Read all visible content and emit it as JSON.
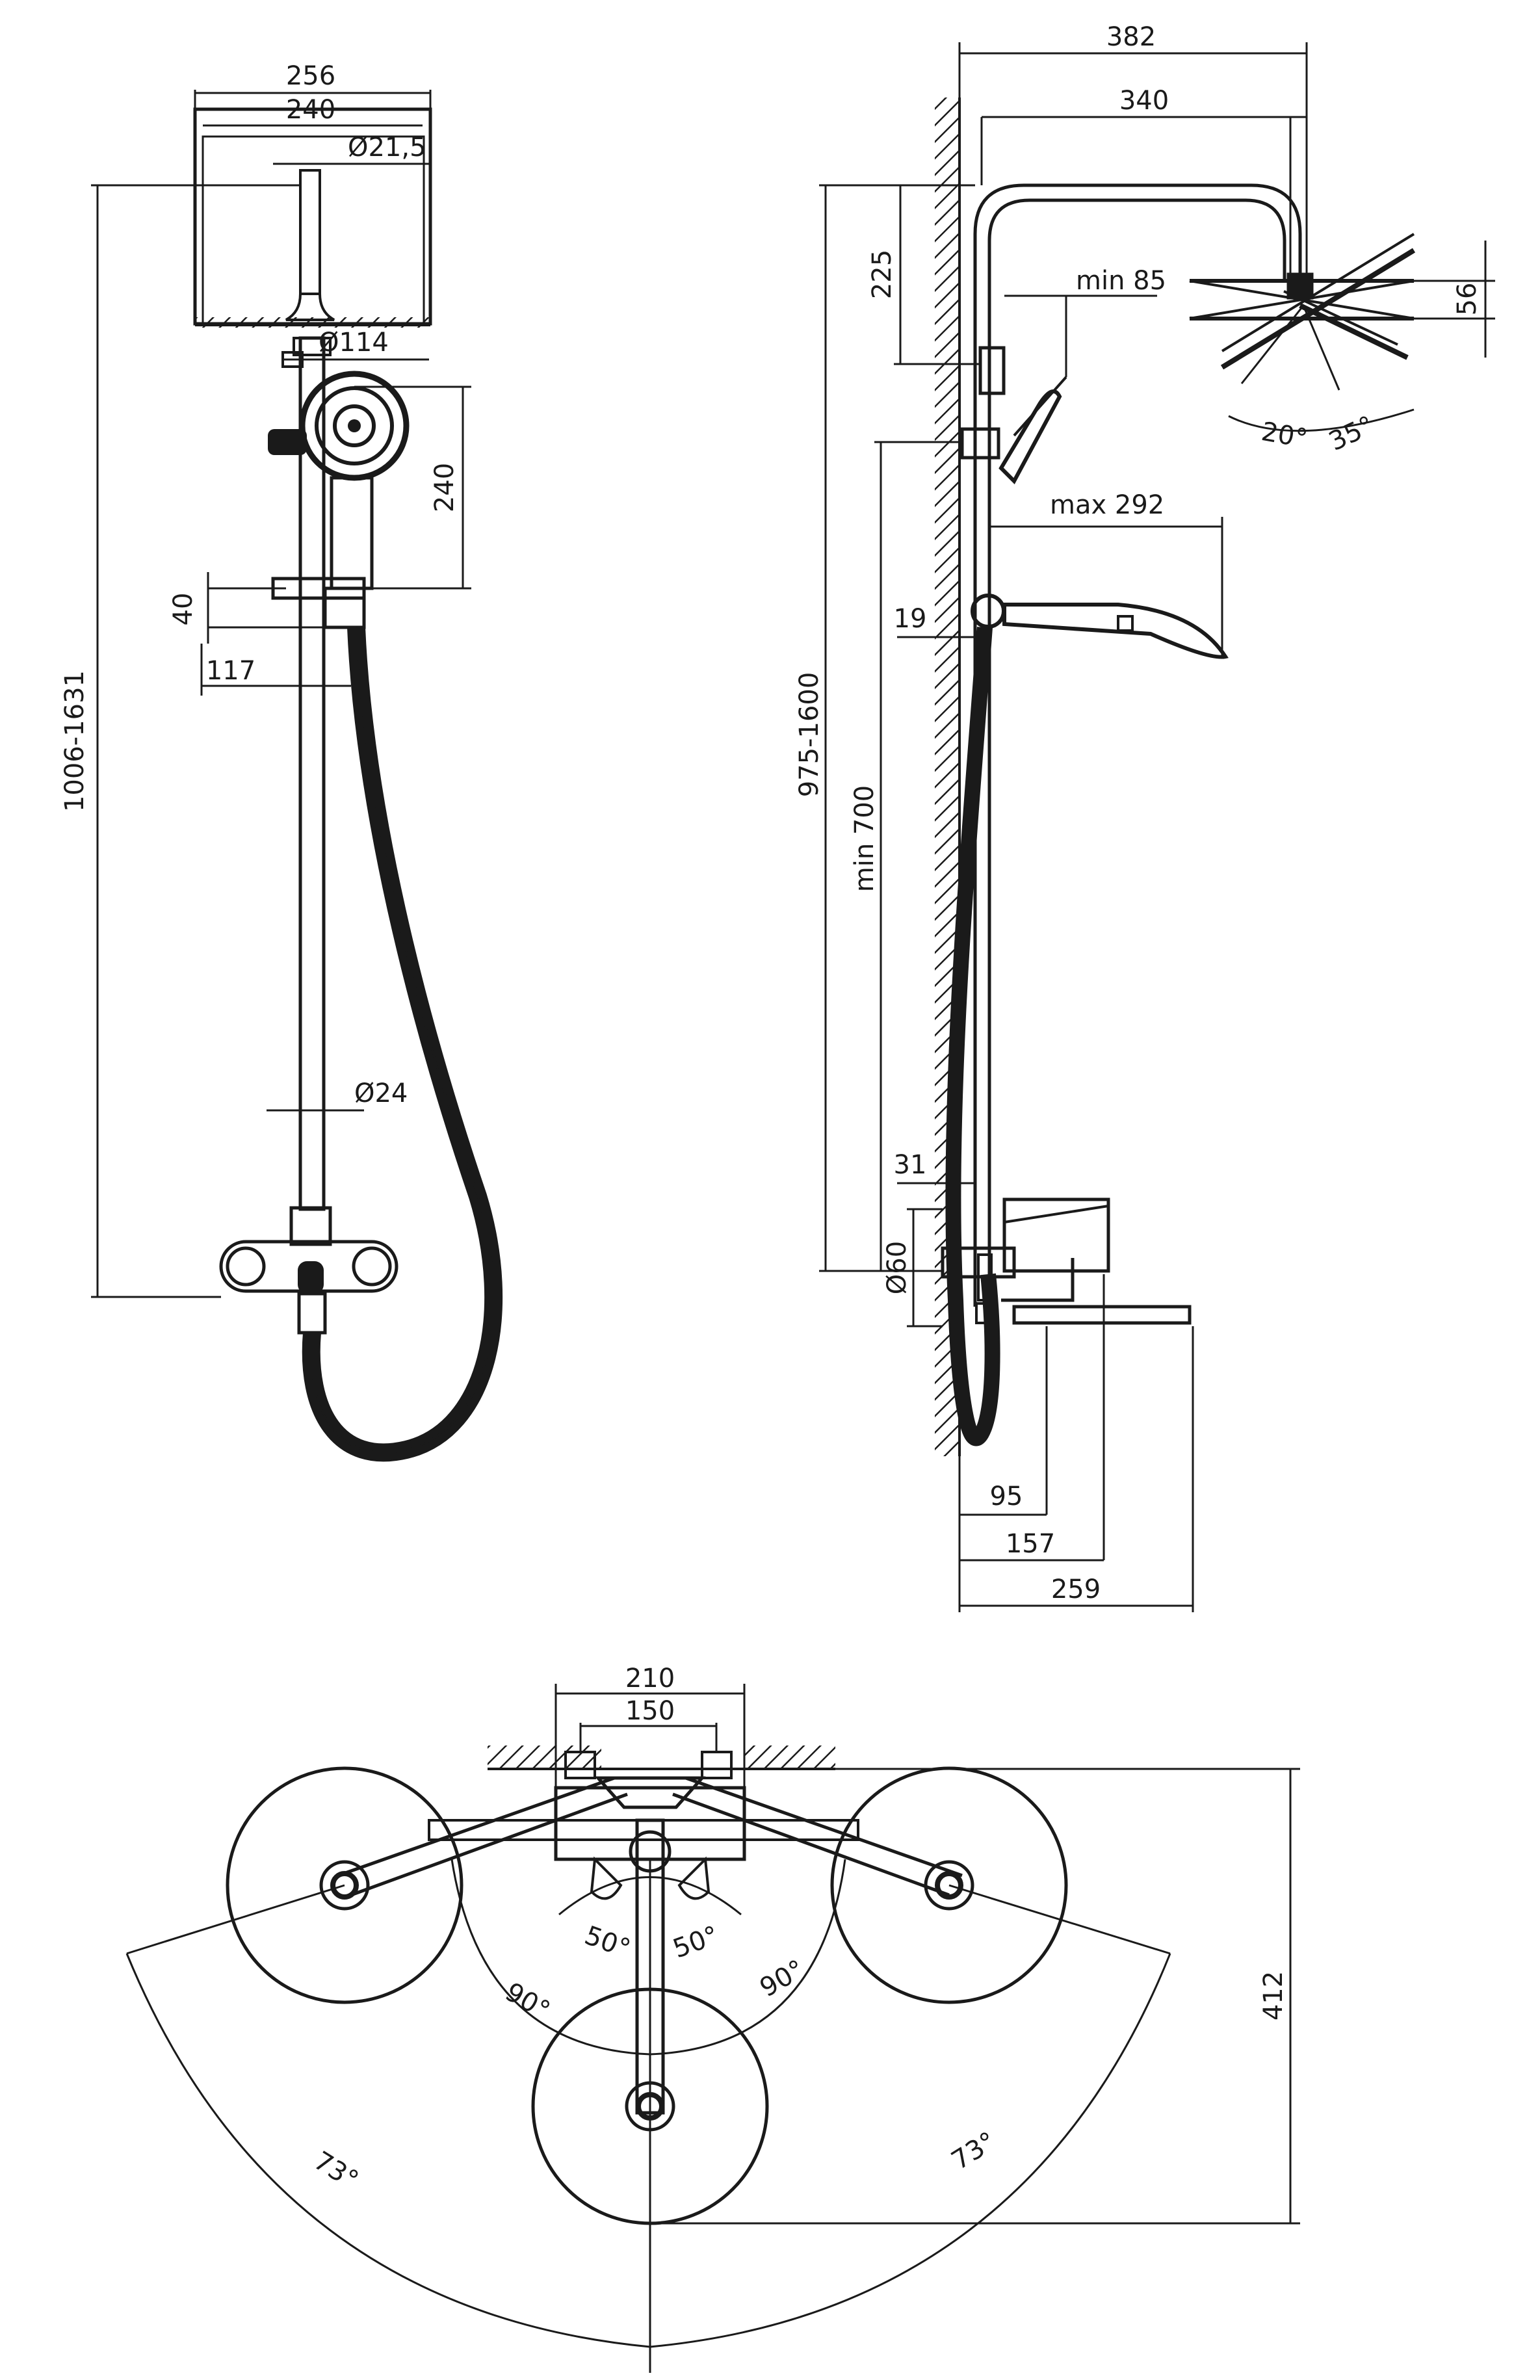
{
  "front_view": {
    "dims": {
      "head_width_outer": "256",
      "head_width_inner": "240",
      "arm_diameter": "Ø21,5",
      "handshower_diameter": "Ø114",
      "handshower_height": "240",
      "holder_height": "40",
      "holder_offset": "117",
      "total_height": "1006-1631",
      "rail_diameter": "Ø24"
    }
  },
  "side_view": {
    "dims": {
      "overall_projection": "382",
      "arm_projection": "340",
      "head_drop": "225",
      "min_clearance": "min 85",
      "head_height": "56",
      "tilt_angle_a": "20°",
      "tilt_angle_b": "35°",
      "max_reach": "max 292",
      "wall_gap_upper": "19",
      "height_range": "975-1600",
      "min_height": "min 700",
      "wall_gap_lower": "31",
      "connection_diameter": "Ø60",
      "depth_95": "95",
      "depth_157": "157",
      "depth_259": "259"
    }
  },
  "top_view": {
    "dims": {
      "connection_spacing_outer": "210",
      "connection_spacing_inner": "150",
      "depth": "412",
      "swivel_left": "50°",
      "swivel_right": "50°",
      "arm_left": "90°",
      "arm_right": "90°",
      "spread_left": "73°",
      "spread_right": "73°"
    }
  }
}
